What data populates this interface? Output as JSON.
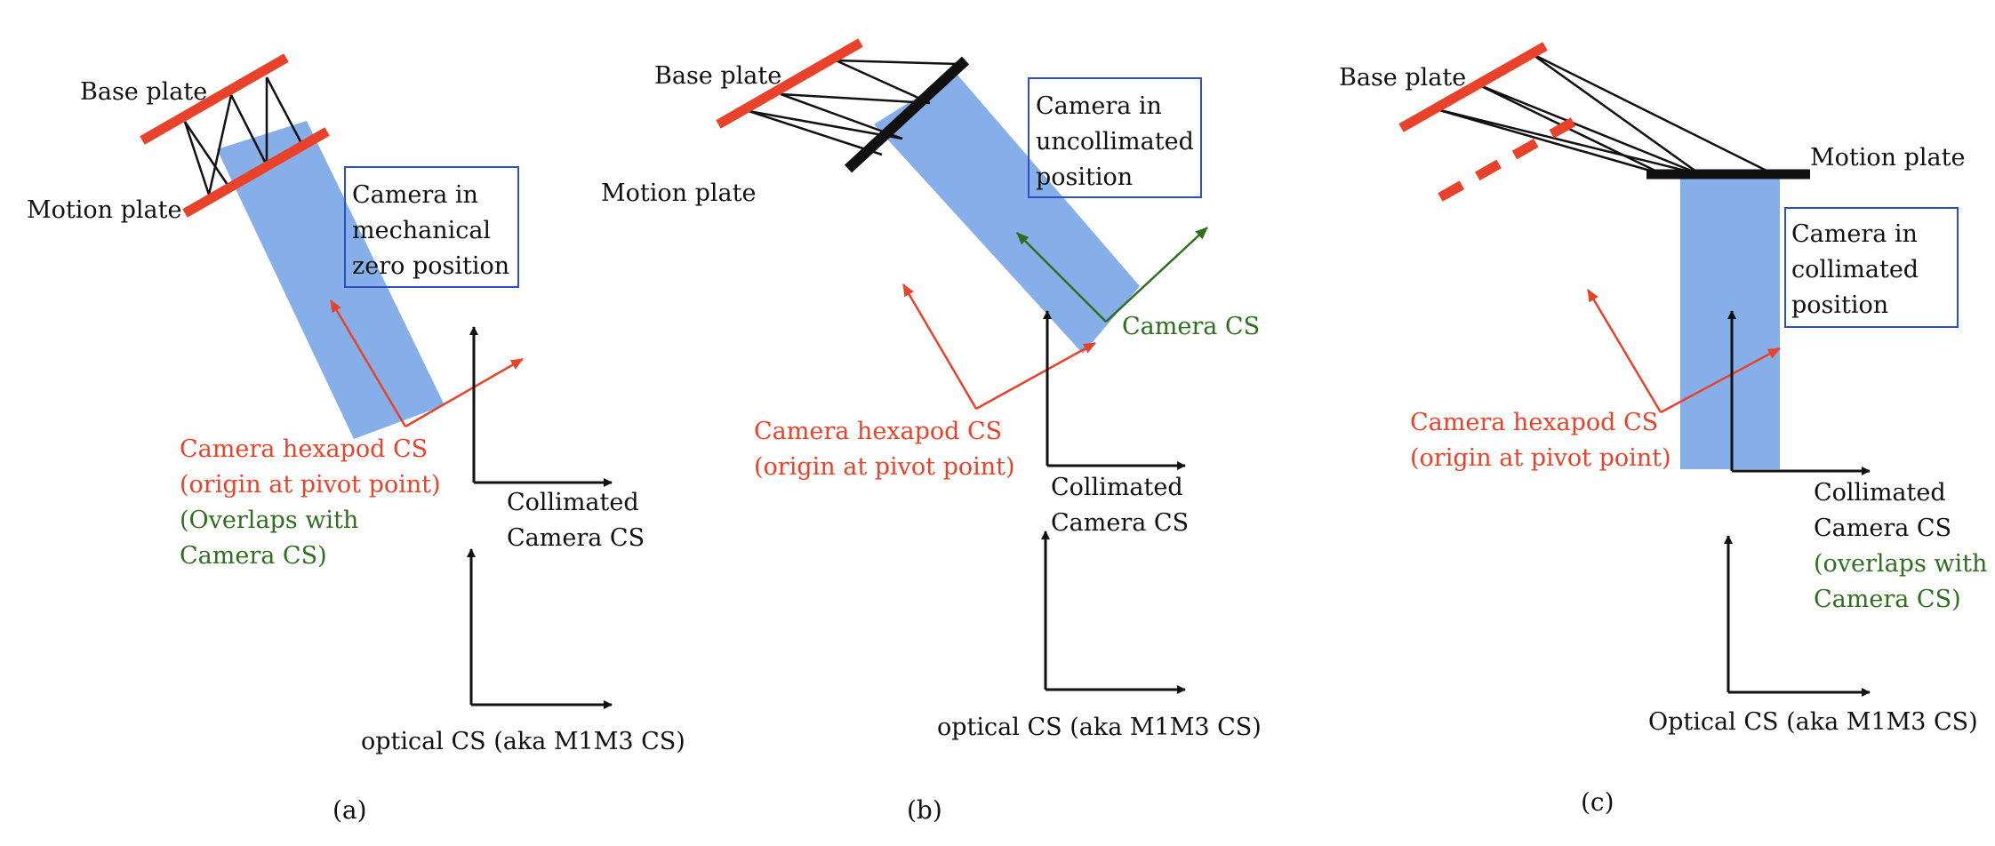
{
  "colors": {
    "red": "#e8432a",
    "green": "#2e6e1e",
    "blue_box": "#2c4fc2",
    "camera_body": "#86aee8",
    "black": "#111111"
  },
  "panels": [
    {
      "caption": "(a)",
      "base_plate": "Base plate",
      "motion_plate": "Motion plate",
      "camera_box": [
        "Camera in",
        "mechanical",
        "zero position"
      ],
      "hexapod_cs": [
        "Camera hexapod CS",
        "(origin at pivot point)"
      ],
      "overlap_note": [
        "(Overlaps with",
        "Camera CS)"
      ],
      "collimated_cs": [
        "Collimated",
        "Camera CS"
      ],
      "optical_cs": "optical CS (aka M1M3 CS)"
    },
    {
      "caption": "(b)",
      "base_plate": "Base plate",
      "motion_plate": "Motion plate",
      "camera_box": [
        "Camera in",
        "uncollimated",
        "position"
      ],
      "camera_cs": "Camera CS",
      "hexapod_cs": [
        "Camera hexapod CS",
        "(origin at pivot point)"
      ],
      "collimated_cs": [
        "Collimated",
        "Camera CS"
      ],
      "optical_cs": "optical CS (aka M1M3 CS)"
    },
    {
      "caption": "(c)",
      "base_plate": "Base plate",
      "motion_plate": "Motion plate",
      "camera_box": [
        "Camera in",
        "collimated",
        "position"
      ],
      "hexapod_cs": [
        "Camera hexapod CS",
        "(origin at pivot point)"
      ],
      "collimated_cs": [
        "Collimated",
        "Camera CS"
      ],
      "overlap_note": [
        "(overlaps with",
        "Camera CS)"
      ],
      "optical_cs": "Optical CS (aka M1M3 CS)"
    }
  ]
}
